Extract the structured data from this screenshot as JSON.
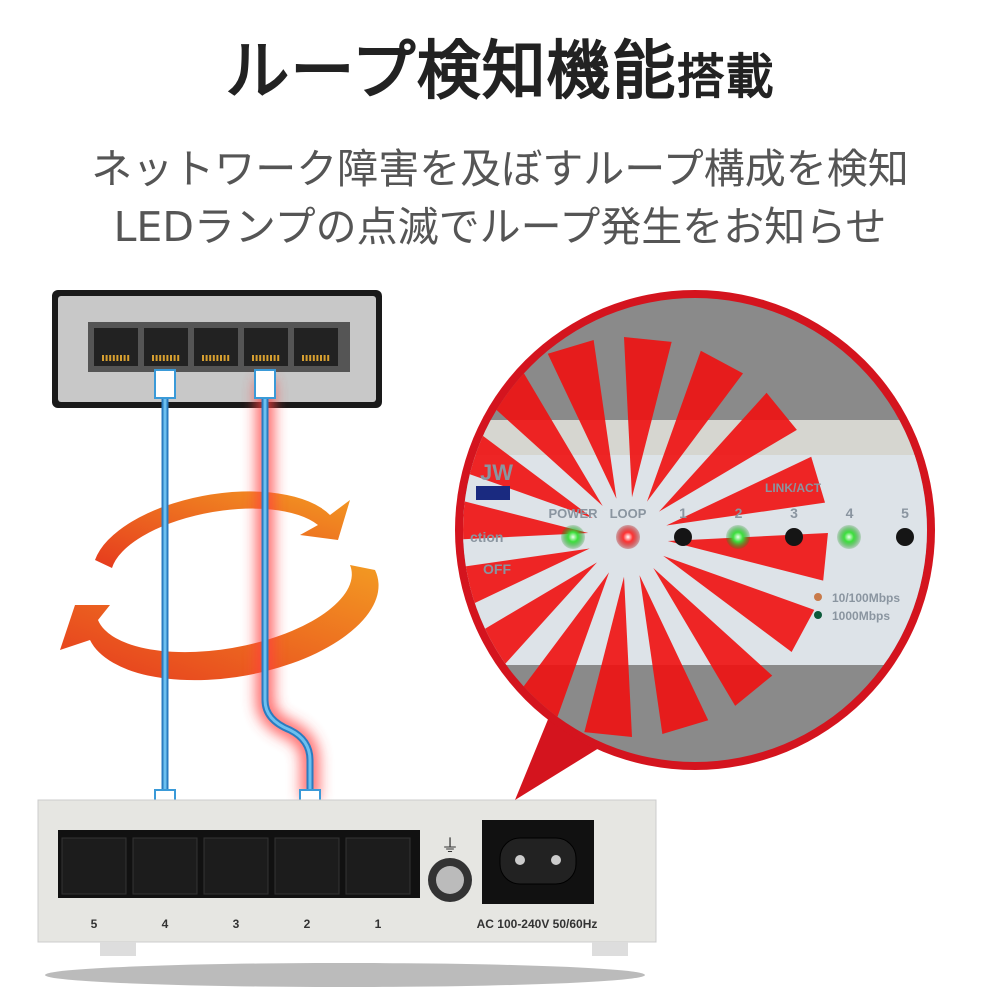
{
  "headline": {
    "main": "ループ検知機能",
    "suffix": "搭載"
  },
  "subtitle": {
    "line1": "ネットワーク障害を及ぼすループ構成を検知",
    "line2": "LEDランプの点滅でループ発生をお知らせ"
  },
  "magnified_panel": {
    "model_fragment": "JW",
    "labels": {
      "power": "POWER",
      "loop": "LOOP",
      "link_act": "LINK/ACT",
      "function_fragment": "ction",
      "off": "OFF"
    },
    "ports": [
      "1",
      "2",
      "3",
      "4",
      "5"
    ],
    "leds": [
      {
        "name": "power",
        "state": "green"
      },
      {
        "name": "loop",
        "state": "red"
      },
      {
        "name": "1",
        "state": "off"
      },
      {
        "name": "2",
        "state": "green"
      },
      {
        "name": "3",
        "state": "off"
      },
      {
        "name": "4",
        "state": "green"
      },
      {
        "name": "5",
        "state": "off"
      }
    ],
    "legend": [
      {
        "label": "10/100Mbps",
        "color": "#c87a4a"
      },
      {
        "label": "1000Mbps",
        "color": "#0c5a3a"
      }
    ]
  },
  "rear_panel": {
    "port_labels": [
      "5",
      "4",
      "3",
      "2",
      "1"
    ],
    "power_label": "AC 100-240V  50/60Hz"
  },
  "colors": {
    "accent_red": "#d4141e",
    "cable_blue": "#3a9ad8",
    "arrow_orange": "#ef7f1a"
  }
}
